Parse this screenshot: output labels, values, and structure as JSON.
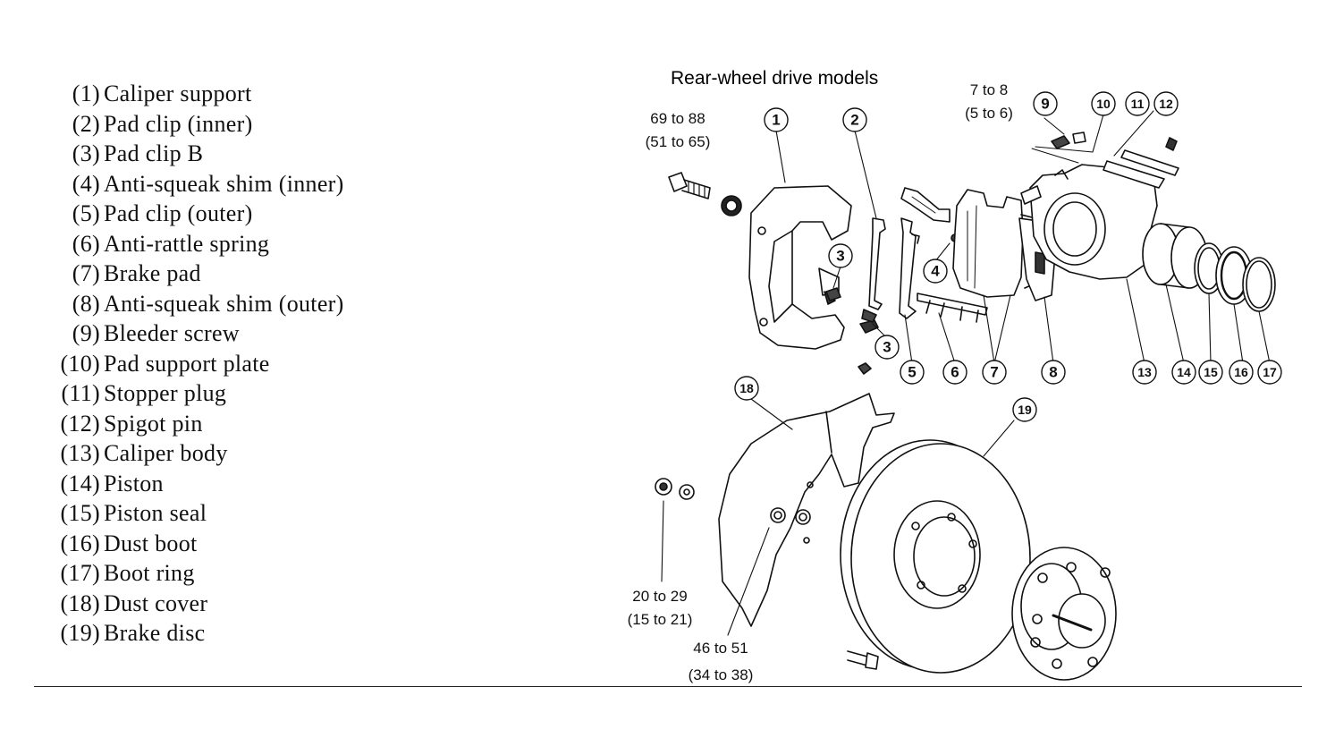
{
  "legend": [
    {
      "num": "(1)",
      "label": "Caliper support"
    },
    {
      "num": "(2)",
      "label": "Pad clip (inner)"
    },
    {
      "num": "(3)",
      "label": "Pad clip B"
    },
    {
      "num": "(4)",
      "label": "Anti-squeak shim (inner)"
    },
    {
      "num": "(5)",
      "label": "Pad clip (outer)"
    },
    {
      "num": "(6)",
      "label": "Anti-rattle spring"
    },
    {
      "num": "(7)",
      "label": "Brake pad"
    },
    {
      "num": "(8)",
      "label": "Anti-squeak shim (outer)"
    },
    {
      "num": "(9)",
      "label": "Bleeder screw"
    },
    {
      "num": "(10)",
      "label": "Pad support plate"
    },
    {
      "num": "(11)",
      "label": "Stopper plug"
    },
    {
      "num": "(12)",
      "label": "Spigot pin"
    },
    {
      "num": "(13)",
      "label": "Caliper body"
    },
    {
      "num": "(14)",
      "label": "Piston"
    },
    {
      "num": "(15)",
      "label": "Piston seal"
    },
    {
      "num": "(16)",
      "label": "Dust boot"
    },
    {
      "num": "(17)",
      "label": "Boot ring"
    },
    {
      "num": "(18)",
      "label": "Dust cover"
    },
    {
      "num": "(19)",
      "label": "Brake disc"
    }
  ],
  "diagram": {
    "title": "Rear-wheel drive models",
    "torque": {
      "t1_a": "69 to 88",
      "t1_b": "(51 to 65)",
      "t2_a": "7 to 8",
      "t2_b": "(5 to 6)",
      "t3_a": "20 to 29",
      "t3_b": "(15 to 21)",
      "t4_a": "46 to 51",
      "t4_b": "(34 to 38)"
    },
    "callouts": {
      "c1": "1",
      "c2": "2",
      "c3a": "3",
      "c3b": "3",
      "c4": "4",
      "c5": "5",
      "c6": "6",
      "c7": "7",
      "c8": "8",
      "c9": "9",
      "c10": "10",
      "c11": "11",
      "c12": "12",
      "c13": "13",
      "c14": "14",
      "c15": "15",
      "c16": "16",
      "c17": "17",
      "c18": "18",
      "c19": "19"
    }
  }
}
